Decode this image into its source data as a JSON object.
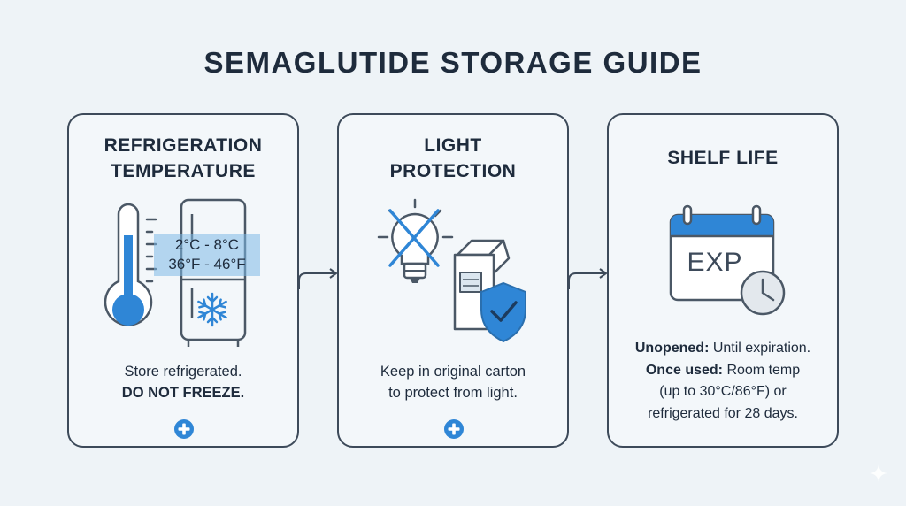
{
  "title": "SEMAGLUTIDE STORAGE GUIDE",
  "panels": [
    {
      "title_lines": [
        "REFRIGERATION",
        "TEMPERATURE"
      ],
      "temp_celsius": "2°C - 8°C",
      "temp_fahrenheit": "36°F - 46°F",
      "text_line1": "Store refrigerated.",
      "text_line2": "DO NOT FREEZE.",
      "icons": [
        "thermometer-icon",
        "refrigerator-icon",
        "snowflake-icon",
        "plus-icon"
      ]
    },
    {
      "title_lines": [
        "LIGHT",
        "PROTECTION"
      ],
      "text_line1": "Keep in original carton",
      "text_line2": "to protect from light.",
      "icons": [
        "crossed-light-bulb-icon",
        "carton-icon",
        "shield-check-icon",
        "plus-icon"
      ]
    },
    {
      "title_lines": [
        "SHELF LIFE"
      ],
      "calendar_label": "EXP",
      "unopened_label": "Unopened:",
      "unopened_text": " Until expiration.",
      "used_label": "Once used:",
      "used_text": " Room temp",
      "text_line3": "(up to 30°C/86°F) or",
      "text_line4": "refrigerated for 28 days.",
      "icons": [
        "calendar-icon",
        "clock-icon"
      ]
    }
  ],
  "colors": {
    "background": "#eef3f7",
    "accent_blue": "#2f86d6",
    "outline": "#3d4a5a"
  }
}
